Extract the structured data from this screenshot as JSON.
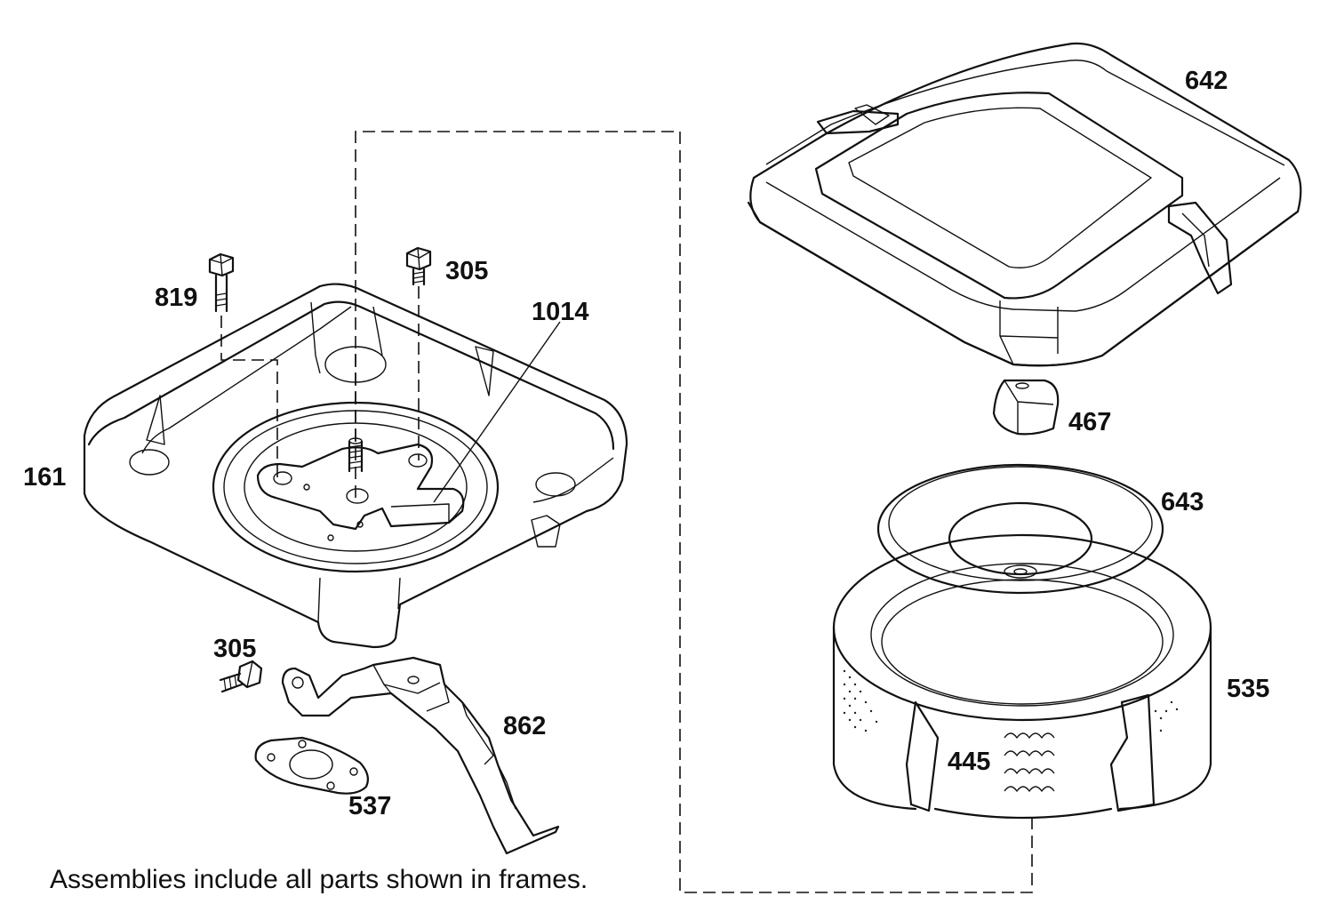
{
  "labels": {
    "cover": "642",
    "knob": "467",
    "precleaner_cap": "643",
    "cartridge": "535",
    "precleaner": "445",
    "base": "161",
    "bolt": "819",
    "screw_top": "305",
    "screw_bottom": "305",
    "plate": "1014",
    "bracket": "862",
    "gasket": "537"
  },
  "caption": "Assemblies include all parts shown in frames."
}
